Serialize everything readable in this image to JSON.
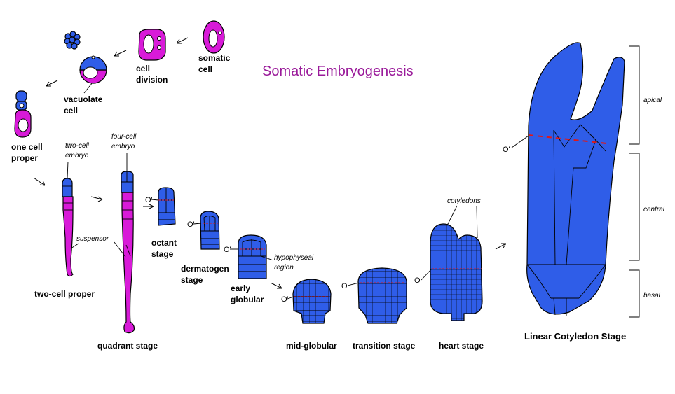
{
  "title": "Somatic Embryogenesis",
  "labels": {
    "somatic_cell": [
      "somatic",
      "cell"
    ],
    "cell_division": [
      "cell",
      "division"
    ],
    "vacuolate_cell": [
      "vacuolate",
      "cell"
    ],
    "one_cell_proper": [
      "one cell",
      "proper"
    ],
    "two_cell_embryo": [
      "two-cell",
      "embryo"
    ],
    "four_cell_embryo": [
      "four-cell",
      "embryo"
    ],
    "suspensor": "suspensor",
    "two_cell_proper": "two-cell proper",
    "quadrant_stage": "quadrant stage",
    "octant_stage": [
      "octant",
      "stage"
    ],
    "dermatogen_stage": [
      "dermatogen",
      "stage"
    ],
    "hypophyseal_region": [
      "hypophyseal",
      "region"
    ],
    "early_globular": [
      "early",
      "globular"
    ],
    "mid_globular": "mid-globular",
    "transition_stage": "transition stage",
    "cotyledons": "cotyledons",
    "heart_stage": "heart stage",
    "linear_cotyledon_stage": "Linear Cotyledon Stage",
    "apical": "apical",
    "central": "central",
    "basal": "basal",
    "o_prime": "O'"
  },
  "colors": {
    "cell_blue": "#2f5de8",
    "cell_magenta": "#d81ad8",
    "title_purple": "#9a1a9a",
    "boundary_red": "#e01818"
  }
}
